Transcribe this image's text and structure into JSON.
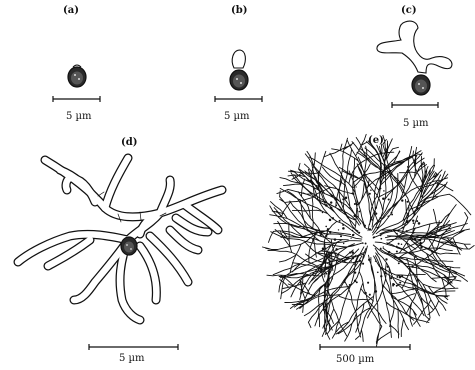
{
  "panels": [
    {
      "label": "(a)",
      "scale": "5 µm"
    },
    {
      "label": "(b)",
      "scale": "5 µm"
    },
    {
      "label": "(c)",
      "scale": "5 µm"
    },
    {
      "label": "(d)",
      "scale": "5 µm"
    },
    {
      "label": "(e)",
      "scale": "500 µm"
    }
  ]
}
